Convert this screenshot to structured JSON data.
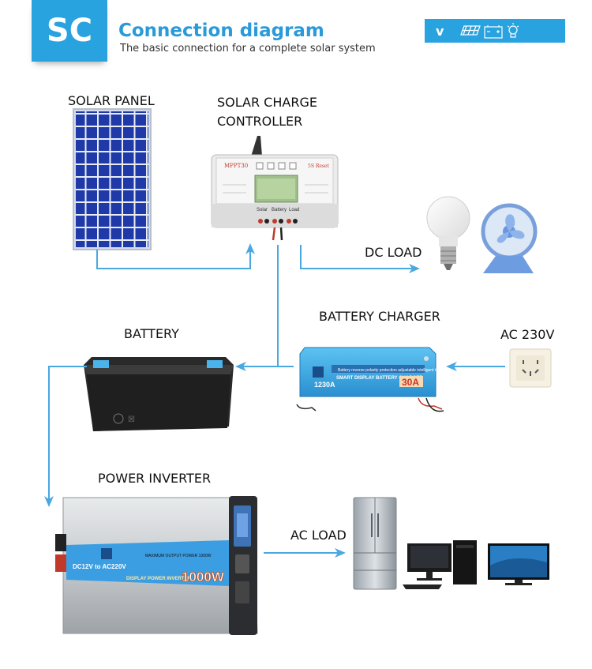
{
  "header": {
    "badge": "SC",
    "title": "Connection diagram",
    "subtitle": "The basic connection for a complete solar system",
    "badge_letter": "v",
    "icons": [
      "solar-panel-icon",
      "battery-icon",
      "light-bulb-icon"
    ]
  },
  "nodes": {
    "solar_panel": "SOLAR PANEL",
    "controller_line1": "SOLAR CHARGE",
    "controller_line2": "CONTROLLER",
    "dc_load": "DC LOAD",
    "battery_charger": "BATTERY CHARGER",
    "battery": "BATTERY",
    "ac_230v": "AC 230V",
    "power_inverter": "POWER INVERTER",
    "ac_load": "AC LOAD"
  },
  "controller_device": {
    "model": "MPPT30",
    "reset": "5S Reset",
    "ports": [
      "Solar",
      "Battery",
      "Load"
    ]
  },
  "charger_device": {
    "model": "1230A",
    "rating": "30A",
    "name": "SMART DISPLAY BATTERY CHARGER",
    "note": "Battery reverse polarity protection adjustable intelligent type"
  },
  "inverter_device": {
    "voltage": "DC12V to AC220V",
    "power": "1000W",
    "name": "DISPLAY POWER INVERTER",
    "spec": "MAXIMUM OUTPUT POWER 1000W"
  },
  "colors": {
    "accent": "#29a3e0",
    "arrow": "#4aa8e0",
    "panel": "#1f3aa8"
  }
}
